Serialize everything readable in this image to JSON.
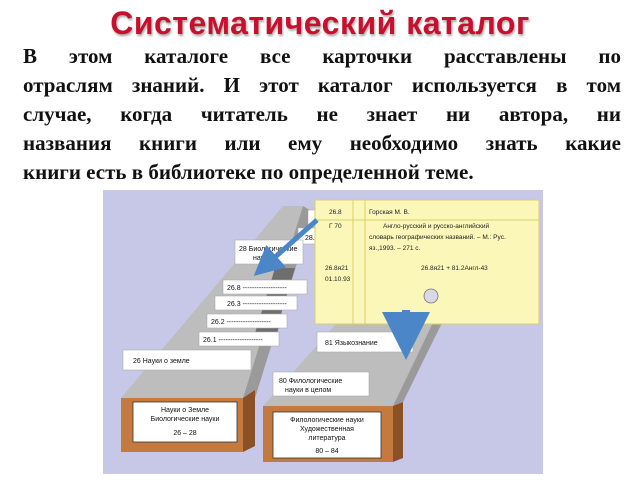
{
  "title": "Систематический каталог",
  "paragraph": [
    "В этом каталоге все карточки расставлены по",
    "отраслям знаний. И этот каталог используется в том",
    "случае, когда читатель не знает ни автора, ни",
    "названия книги или ему необходимо знать какие",
    "книги есть в библиотеке по определенной теме."
  ],
  "left_drawer": {
    "label_line1": "Науки о Земле",
    "label_line2": "Биологические науки",
    "label_range": "26 – 28",
    "cards": {
      "c280": "28.0",
      "c28": "28 Биологические",
      "c28b": "науки",
      "c268": "26.8 -------------------",
      "c263": "26.3 -------------------",
      "c262": "26.2 -------------------",
      "c261": "26.1 -------------------",
      "c26": "26 Науки о земле"
    }
  },
  "right_drawer": {
    "label_line1": "Филологические науки",
    "label_line2": "Художественная",
    "label_line3": "литература",
    "label_range": "80 – 84",
    "cards": {
      "c81": "81 Языкознание",
      "c80a": "80 Филологические",
      "c80b": "науки в целом"
    }
  },
  "catalog_card": {
    "class_no": "26.8",
    "author": "Горская М. В.",
    "author_mark": "Г 70",
    "desc1": "Англо-русский и русско-английский",
    "desc2": "словарь географических названий. – М.: Рус.",
    "desc3": "яз.,1993. – 271 с.",
    "index": "26.8я21",
    "date": "01.10.93",
    "index_bottom": "26.8я21 + 81.2Англ-43"
  },
  "colors": {
    "title": "#c8102e",
    "background": "#c7c7e8",
    "drawer_wood": "#c47a3e",
    "card_yellow": "#fbf7b8",
    "arrow_blue": "#4a86c8"
  }
}
